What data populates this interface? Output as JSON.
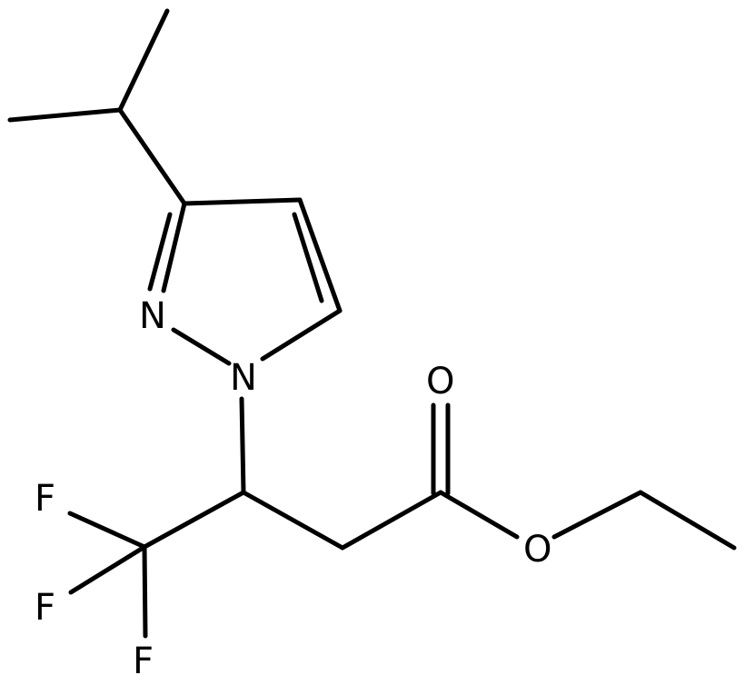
{
  "atoms": {
    "n_ring": "N",
    "n_substituted": "N",
    "o_carbonyl": "O",
    "o_ester": "O",
    "f_top": "F",
    "f_mid": "F",
    "f_bottom": "F"
  },
  "colors": {
    "bond": "#000000",
    "label": "#000000",
    "background": "#ffffff"
  }
}
